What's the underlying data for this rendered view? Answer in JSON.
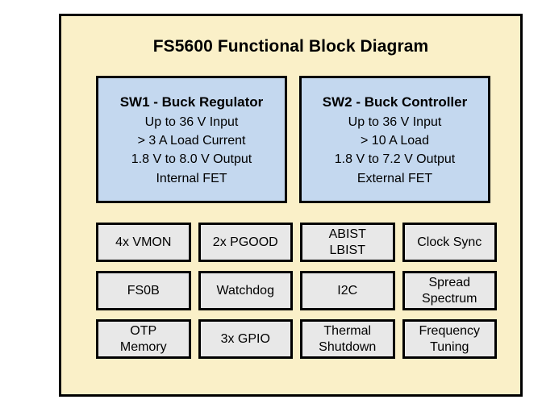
{
  "diagram": {
    "title": "FS5600 Functional Block Diagram",
    "colors": {
      "panel_background": "#faf0c8",
      "regulator_block_fill": "#c4d8ef",
      "feature_block_fill": "#e8e8e8",
      "border": "#000000",
      "text": "#000000",
      "page_background": "#ffffff"
    },
    "regulators": [
      {
        "title": "SW1 - Buck Regulator",
        "lines": [
          "Up to 36 V Input",
          "> 3 A Load Current",
          "1.8 V to 8.0 V Output",
          "Internal FET"
        ]
      },
      {
        "title": "SW2 - Buck Controller",
        "lines": [
          "Up to 36 V Input",
          "> 10 A Load",
          "1.8 V to 7.2 V Output",
          "External FET"
        ]
      }
    ],
    "features": [
      {
        "lines": [
          "4x VMON"
        ]
      },
      {
        "lines": [
          "2x PGOOD"
        ]
      },
      {
        "lines": [
          "ABIST",
          "LBIST"
        ]
      },
      {
        "lines": [
          "Clock Sync"
        ]
      },
      {
        "lines": [
          "FS0B"
        ]
      },
      {
        "lines": [
          "Watchdog"
        ]
      },
      {
        "lines": [
          "I2C"
        ]
      },
      {
        "lines": [
          "Spread",
          "Spectrum"
        ]
      },
      {
        "lines": [
          "OTP",
          "Memory"
        ]
      },
      {
        "lines": [
          "3x GPIO"
        ]
      },
      {
        "lines": [
          "Thermal",
          "Shutdown"
        ]
      },
      {
        "lines": [
          "Frequency",
          "Tuning"
        ]
      }
    ]
  }
}
